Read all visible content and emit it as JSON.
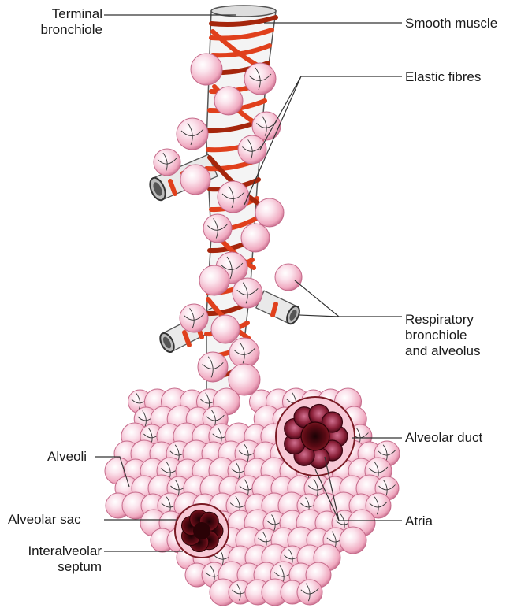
{
  "labels": {
    "terminal_bronchiole": [
      "Terminal",
      "bronchiole"
    ],
    "smooth_muscle": "Smooth muscle",
    "elastic_fibres": "Elastic fibres",
    "respiratory_bronchiole": [
      "Respiratory",
      "bronchiole",
      "and alveolus"
    ],
    "alveolar_duct": "Alveolar duct",
    "alveoli": "Alveoli",
    "alveolar_sac": "Alveolar sac",
    "atria": "Atria",
    "interalveolar_septum": [
      "Interalveolar",
      "septum"
    ]
  },
  "colors": {
    "muscle": "#e0401c",
    "muscle_dark": "#a5260c",
    "alveolus": "#f2b3c6",
    "alveolus_highlight": "#ffffff",
    "alveolus_edge": "#c56a8a",
    "sac_interior": "#4a0810",
    "duct_interior": "#5a0a14",
    "airway_wall": "#8a8a8a",
    "leader_line": "#333333"
  }
}
